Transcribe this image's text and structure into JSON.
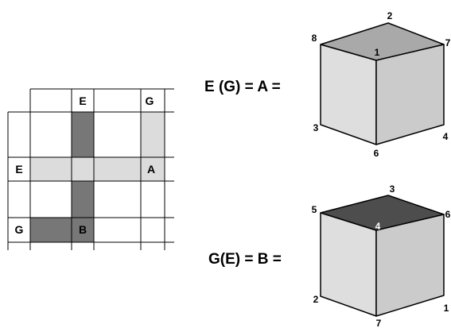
{
  "colors": {
    "dark_gray": "#777777",
    "light_gray": "#dcdcdc",
    "cube_top_a": "#a9a9a9",
    "cube_top_b": "#4d4d4d",
    "cube_front": "#dedede",
    "cube_right": "#cbcbcb",
    "line": "#000000"
  },
  "grid": {
    "column_header_1": "E",
    "column_header_2": "G",
    "row_label_e": "E",
    "cell_a": "A",
    "row_label_g": "G",
    "cell_b": "B"
  },
  "equations": {
    "top": "E (G) = A =",
    "bottom": "G(E) = B ="
  },
  "cube_a": {
    "v_back": "2",
    "v_left": "8",
    "v_front": "1",
    "v_right": "7",
    "v_bottom_left": "3",
    "v_bottom_front": "6",
    "v_bottom_right": "4"
  },
  "cube_b": {
    "v_back": "3",
    "v_left": "5",
    "v_front": "4",
    "v_right": "6",
    "v_bottom_left": "2",
    "v_bottom_front": "7",
    "v_bottom_right": "1"
  }
}
